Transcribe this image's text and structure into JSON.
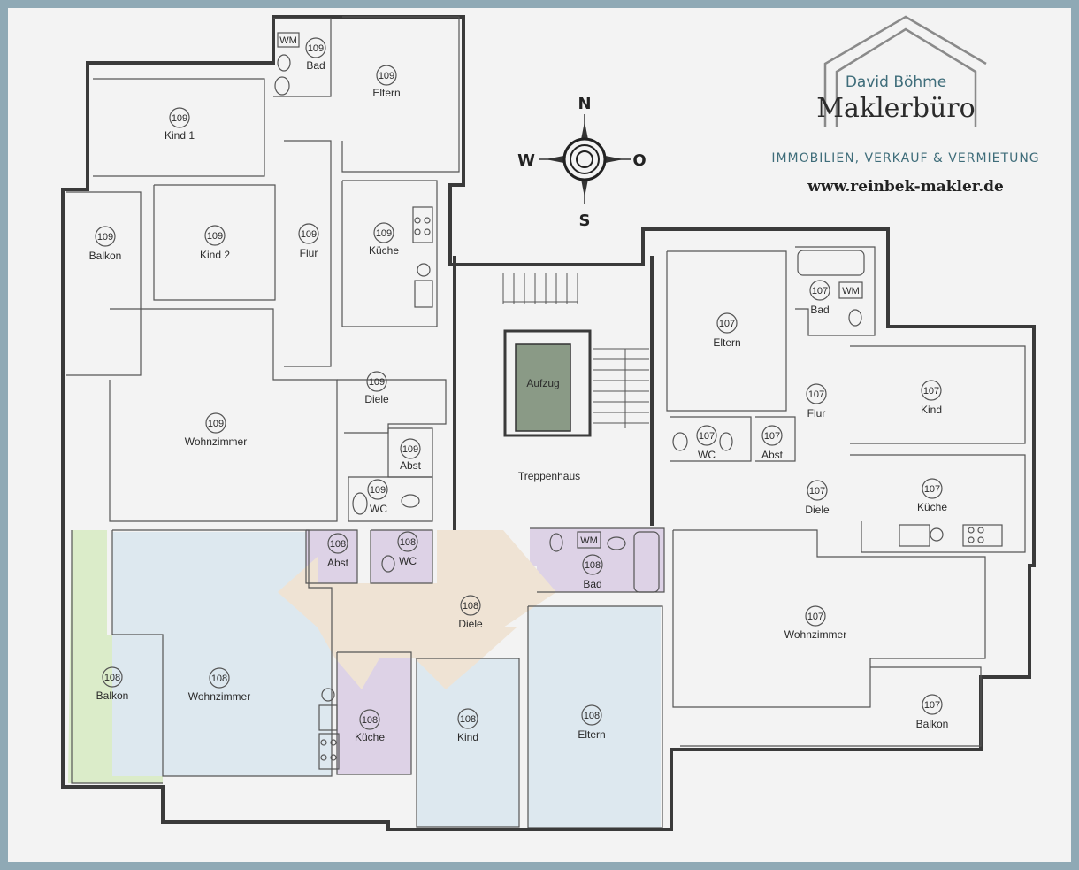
{
  "logo": {
    "name": "David Böhme",
    "title": "Maklerbüro",
    "tagline": "IMMOBILIEN, VERKAUF & VERMIETUNG",
    "url": "www.reinbek-makler.de"
  },
  "compass": {
    "n": "N",
    "s": "S",
    "w": "W",
    "o": "O"
  },
  "colors": {
    "frame": "#8fa9b5",
    "aufzug": "#8a9a86",
    "unit108_living": "#dde8ef",
    "unit108_hall": "#efe3d4",
    "unit108_wet": "#ddd2e6",
    "unit108_balcony": "#dbecc9"
  },
  "rooms": {
    "r109_wm": {
      "unit": "",
      "name": "WM"
    },
    "r109_bad": {
      "unit": "109",
      "name": "Bad"
    },
    "r109_eltern": {
      "unit": "109",
      "name": "Eltern"
    },
    "r109_kind1": {
      "unit": "109",
      "name": "Kind 1"
    },
    "r109_balkon": {
      "unit": "109",
      "name": "Balkon"
    },
    "r109_kind2": {
      "unit": "109",
      "name": "Kind 2"
    },
    "r109_flur": {
      "unit": "109",
      "name": "Flur"
    },
    "r109_kueche": {
      "unit": "109",
      "name": "Küche"
    },
    "r109_diele": {
      "unit": "109",
      "name": "Diele"
    },
    "r109_wohn": {
      "unit": "109",
      "name": "Wohnzimmer"
    },
    "r109_abst": {
      "unit": "109",
      "name": "Abst"
    },
    "r109_wc": {
      "unit": "109",
      "name": "WC"
    },
    "aufzug": {
      "unit": "",
      "name": "Aufzug"
    },
    "treppenhaus": {
      "unit": "",
      "name": "Treppenhaus"
    },
    "r107_eltern": {
      "unit": "107",
      "name": "Eltern"
    },
    "r107_bad": {
      "unit": "107",
      "name": "Bad"
    },
    "r107_wm": {
      "unit": "",
      "name": "WM"
    },
    "r107_flur": {
      "unit": "107",
      "name": "Flur"
    },
    "r107_kind": {
      "unit": "107",
      "name": "Kind"
    },
    "r107_wc": {
      "unit": "107",
      "name": "WC"
    },
    "r107_abst": {
      "unit": "107",
      "name": "Abst"
    },
    "r107_diele": {
      "unit": "107",
      "name": "Diele"
    },
    "r107_kueche": {
      "unit": "107",
      "name": "Küche"
    },
    "r107_wohn": {
      "unit": "107",
      "name": "Wohnzimmer"
    },
    "r107_balkon": {
      "unit": "107",
      "name": "Balkon"
    },
    "r108_abst": {
      "unit": "108",
      "name": "Abst"
    },
    "r108_wc": {
      "unit": "108",
      "name": "WC"
    },
    "r108_wm": {
      "unit": "",
      "name": "WM"
    },
    "r108_bad": {
      "unit": "108",
      "name": "Bad"
    },
    "r108_diele": {
      "unit": "108",
      "name": "Diele"
    },
    "r108_balkon": {
      "unit": "108",
      "name": "Balkon"
    },
    "r108_wohn": {
      "unit": "108",
      "name": "Wohnzimmer"
    },
    "r108_kueche": {
      "unit": "108",
      "name": "Küche"
    },
    "r108_kind": {
      "unit": "108",
      "name": "Kind"
    },
    "r108_eltern": {
      "unit": "108",
      "name": "Eltern"
    }
  }
}
